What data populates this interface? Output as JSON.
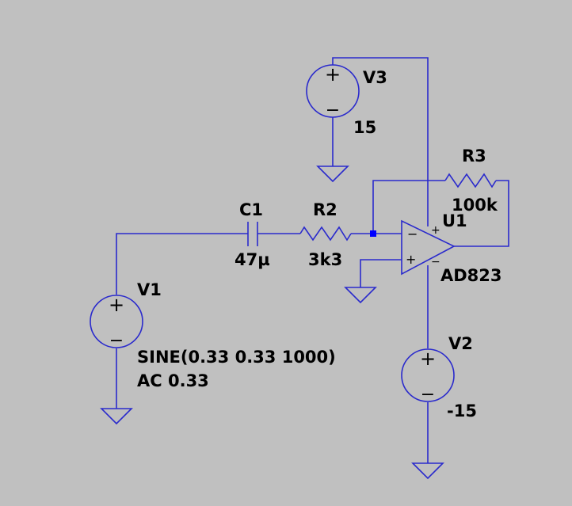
{
  "colors": {
    "background": "#c0c0c0",
    "wire": "#2a2acc",
    "junction": "#0000ff",
    "text": "#000000"
  },
  "components": {
    "V1": {
      "name": "V1",
      "value_line1": "SINE(0.33 0.33 1000)",
      "value_line2": "AC 0.33"
    },
    "V2": {
      "name": "V2",
      "value": "-15"
    },
    "V3": {
      "name": "V3",
      "value": "15"
    },
    "C1": {
      "name": "C1",
      "value": "47µ"
    },
    "R2": {
      "name": "R2",
      "value": "3k3"
    },
    "R3": {
      "name": "R3",
      "value": "100k"
    },
    "U1": {
      "name": "U1",
      "value": "AD823"
    }
  },
  "symbols": {
    "source_plus": "+",
    "source_minus": "−",
    "opamp_inv": "−",
    "opamp_noninv": "+",
    "opamp_supply_plus": "+",
    "opamp_supply_minus": "−"
  },
  "icons": {
    "ground": "ground-symbol",
    "source": "voltage-source-symbol",
    "resistor": "resistor-zigzag",
    "capacitor": "capacitor-plates",
    "opamp": "opamp-triangle"
  }
}
